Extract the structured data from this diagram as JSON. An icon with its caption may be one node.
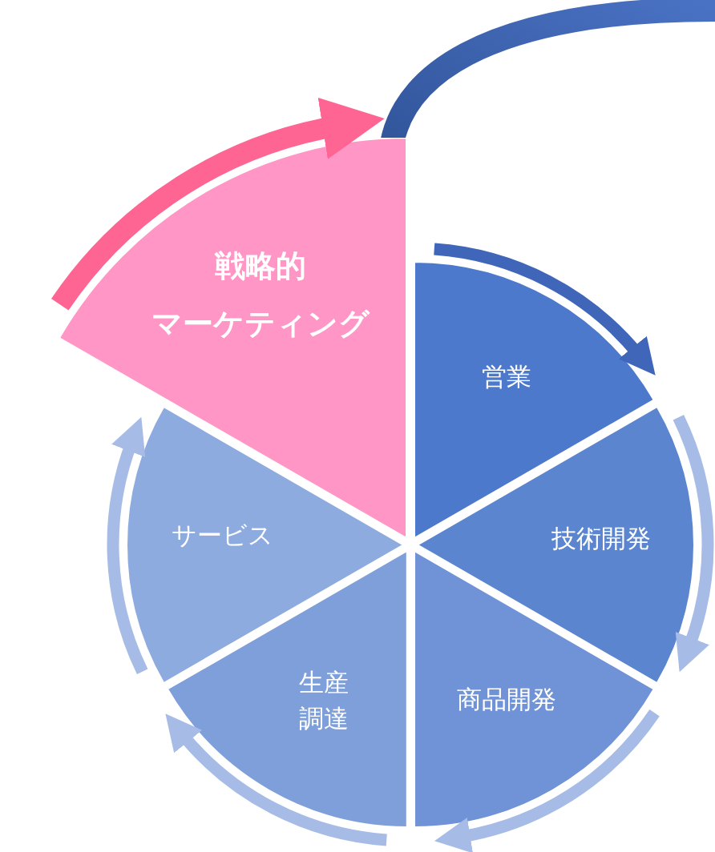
{
  "diagram": {
    "nodes": [
      {
        "text": [
          "戦略的",
          "マーケティング"
        ]
      },
      {
        "text": [
          "営業"
        ]
      },
      {
        "text": [
          "技術開発"
        ]
      },
      {
        "text": [
          "商品開発"
        ]
      },
      {
        "text": [
          "生産調達"
        ]
      },
      {
        "text": [
          "サービス"
        ]
      }
    ]
  }
}
